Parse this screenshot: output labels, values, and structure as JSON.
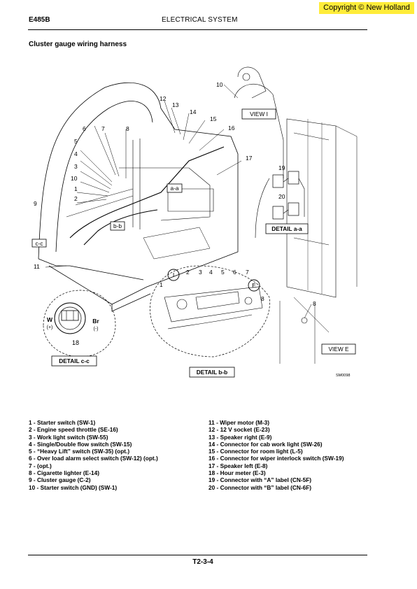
{
  "header": {
    "copyright": "Copyright © New Holland",
    "model": "E485B",
    "section": "ELECTRICAL SYSTEM"
  },
  "page_heading": "Cluster gauge wiring harness",
  "diagram": {
    "callouts": [
      "1",
      "2",
      "3",
      "4",
      "5",
      "6",
      "7",
      "8",
      "9",
      "10",
      "11",
      "12",
      "13",
      "14",
      "15",
      "16",
      "17",
      "19",
      "20"
    ],
    "view_labels": {
      "view_i": "VIEW  I",
      "view_e": "VIEW  E",
      "detail_aa": "DETAIL a-a",
      "detail_bb": "DETAIL b-b",
      "detail_cc": "DETAIL c-c",
      "tag_aa": "a-a",
      "tag_bb": "b-b",
      "tag_cc": "c-c",
      "circle_i": "I",
      "circle_e": "E"
    },
    "detail_bb_numbers": [
      "1",
      "2",
      "3",
      "4",
      "5",
      "6",
      "7",
      "8"
    ],
    "view_e_number": "8",
    "detail_cc": {
      "w_label": "W",
      "w_sign": "(+)",
      "br_label": "Br",
      "br_sign": "(-)",
      "number": "18"
    },
    "drawing_code": "SM0098"
  },
  "legend_left": [
    "1 - Starter switch  (SW-1)",
    "2 - Engine speed throttle (SE-16)",
    "3 - Work light switch (SW-55)",
    "4 - Single/Double flow switch (SW-15)",
    "5 - “Heavy Lift” switch (SW-35) (opt.)",
    "6 - Over load alarm select switch (SW-12)  (opt.)",
    "7 - (opt.)",
    "8 - Cigarette lighter (E-14)",
    "9 - Cluster gauge (C-2)",
    "10 - Starter switch (GND) (SW-1)"
  ],
  "legend_right": [
    "11 - Wiper motor (M-3)",
    "12 - 12 V socket (E-23)",
    "13 - Speaker right (E-9)",
    "14 - Connector for cab work light (SW-26)",
    "15 - Connector for room light (L-5)",
    "16 - Connector for wiper interlock switch (SW-19)",
    "17 - Speaker left (E-8)",
    "18 - Hour meter (E-3)",
    "19 - Connector with “A” label (CN-5F)",
    "20 - Connector with “B” label (CN-6F)"
  ],
  "footer": {
    "page_number": "T2-3-4"
  }
}
